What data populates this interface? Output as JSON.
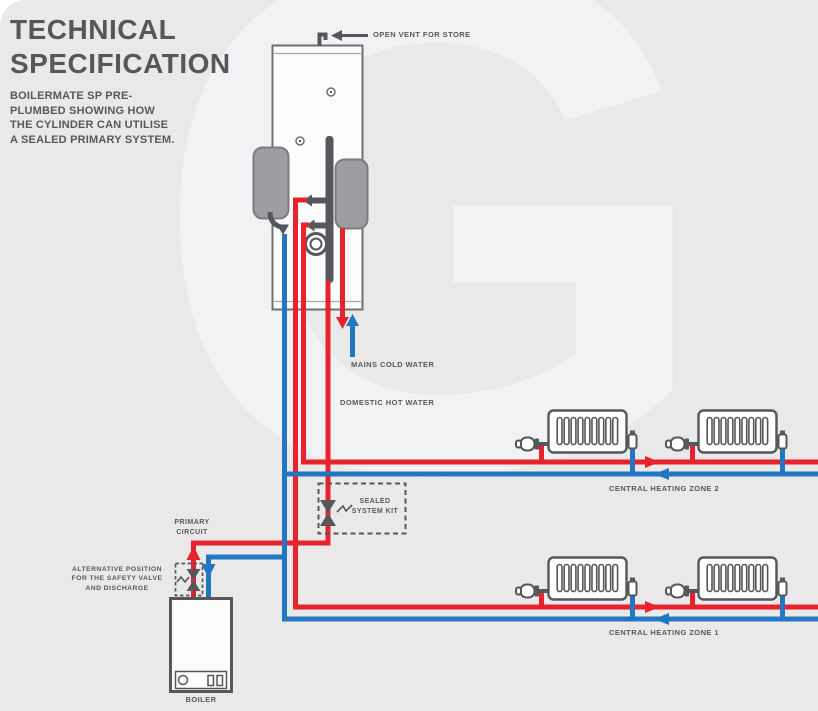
{
  "watermark": {
    "letter": "G"
  },
  "title": {
    "line1": "TECHNICAL",
    "line2": "SPECIFICATION"
  },
  "subtitle": {
    "line1": "BOILERMATE SP PRE-",
    "line2": "PLUMBED SHOWING HOW",
    "line3": "THE CYLINDER CAN UTILISE",
    "line4": "A SEALED PRIMARY SYSTEM."
  },
  "labels": {
    "open_vent": "OPEN VENT FOR STORE",
    "mains_cold_water": "MAINS COLD WATER",
    "domestic_hot_water": "DOMESTIC HOT WATER",
    "sealed_kit_line1": "SEALED",
    "sealed_kit_line2": "SYSTEM KIT",
    "primary_circuit_line1": "PRIMARY",
    "primary_circuit_line2": "CIRCUIT",
    "alt_position_line1": "ALTERNATIVE POSITION",
    "alt_position_line2": "FOR THE SAFETY VALVE",
    "alt_position_line3": "AND DISCHARGE",
    "zone2": "CENTRAL HEATING ZONE 2",
    "zone1": "CENTRAL HEATING ZONE 1",
    "boiler": "BOILER"
  },
  "colors": {
    "flow_red": "#e8232d",
    "return_blue": "#2277c0",
    "pipe_dark": "#55575a",
    "text": "#57585b",
    "background": "#e9e9ea",
    "watermark": "#f1f2f3"
  }
}
